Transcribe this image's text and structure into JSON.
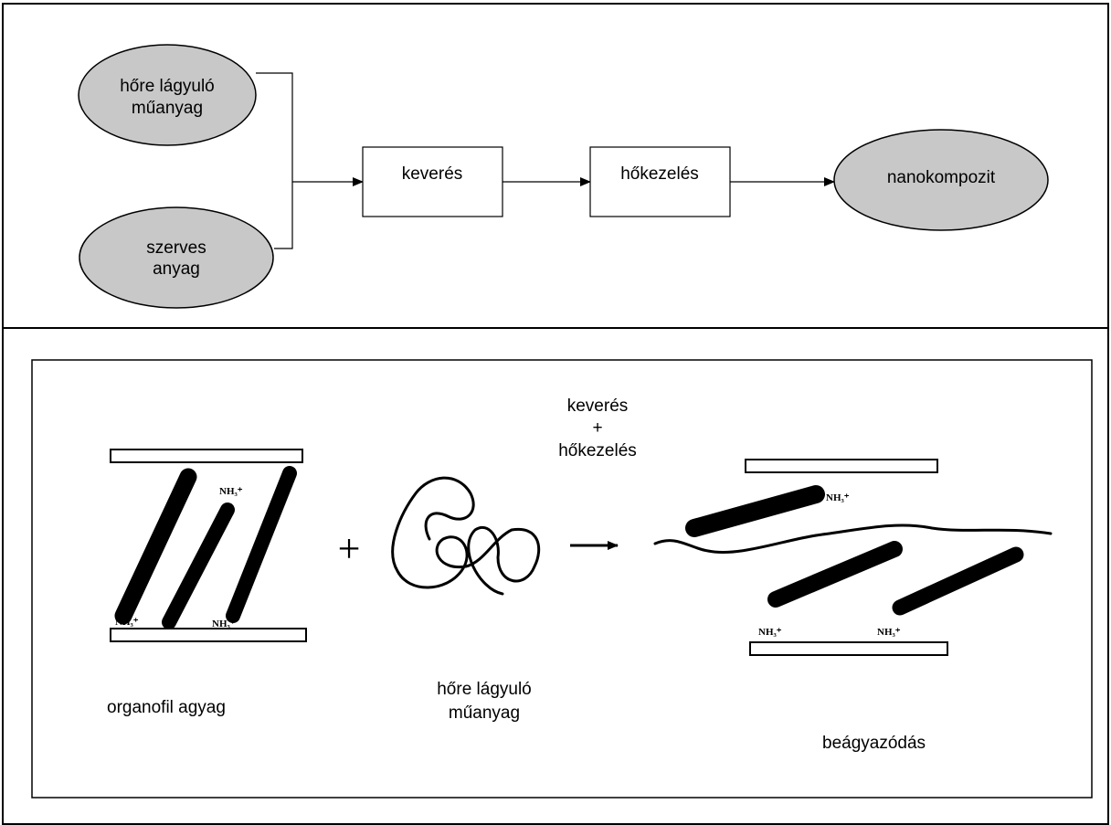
{
  "flowchart": {
    "input1": [
      "hőre lágyuló",
      "műanyag"
    ],
    "input2": [
      "szerves",
      "anyag"
    ],
    "step1": "keverés",
    "step2": "hőkezelés",
    "output": "nanokompozit"
  },
  "illustration": {
    "process": [
      "keverés",
      "+",
      "hőkezelés"
    ],
    "label_clay": "organofil agyag",
    "label_polymer": [
      "hőre lágyuló",
      "műanyag"
    ],
    "label_result": "beágyazódás",
    "plus": "+",
    "arrow": "→",
    "ammonium": "NH₃⁺"
  }
}
